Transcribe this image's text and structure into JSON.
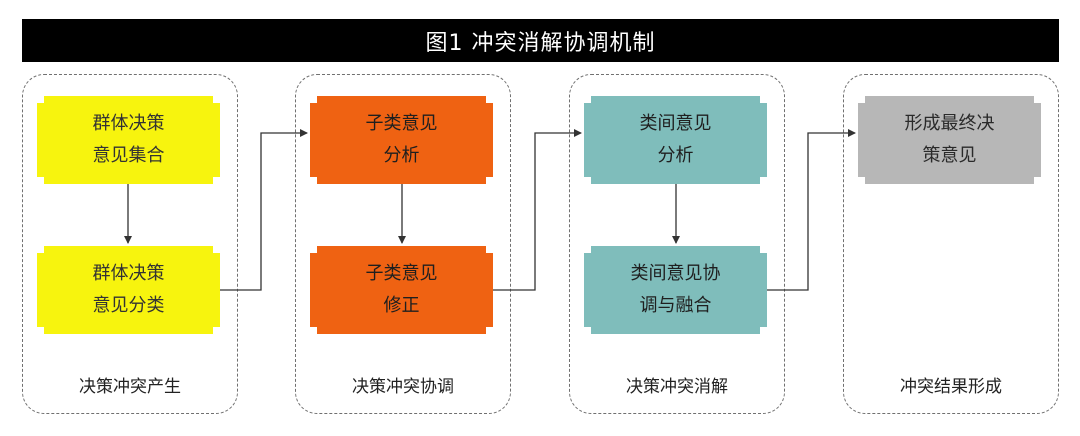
{
  "title": "图1 冲突消解协调机制",
  "stages": [
    {
      "label": "决策冲突产生",
      "boxes": [
        {
          "line1": "群体决策",
          "line2": "意见集合",
          "color": "#f7f40e"
        },
        {
          "line1": "群体决策",
          "line2": "意见分类",
          "color": "#f7f40e"
        }
      ]
    },
    {
      "label": "决策冲突协调",
      "boxes": [
        {
          "line1": "子类意见",
          "line2": "分析",
          "color": "#ef6212"
        },
        {
          "line1": "子类意见",
          "line2": "修正",
          "color": "#ef6212"
        }
      ]
    },
    {
      "label": "决策冲突消解",
      "boxes": [
        {
          "line1": "类间意见",
          "line2": "分析",
          "color": "#7fbdbb"
        },
        {
          "line1": "类间意见协",
          "line2": "调与融合",
          "color": "#7fbdbb"
        }
      ]
    },
    {
      "label": "冲突结果形成",
      "boxes": [
        {
          "line1": "形成最终决",
          "line2": "策意见",
          "color": "#b7b7b7"
        }
      ]
    }
  ]
}
